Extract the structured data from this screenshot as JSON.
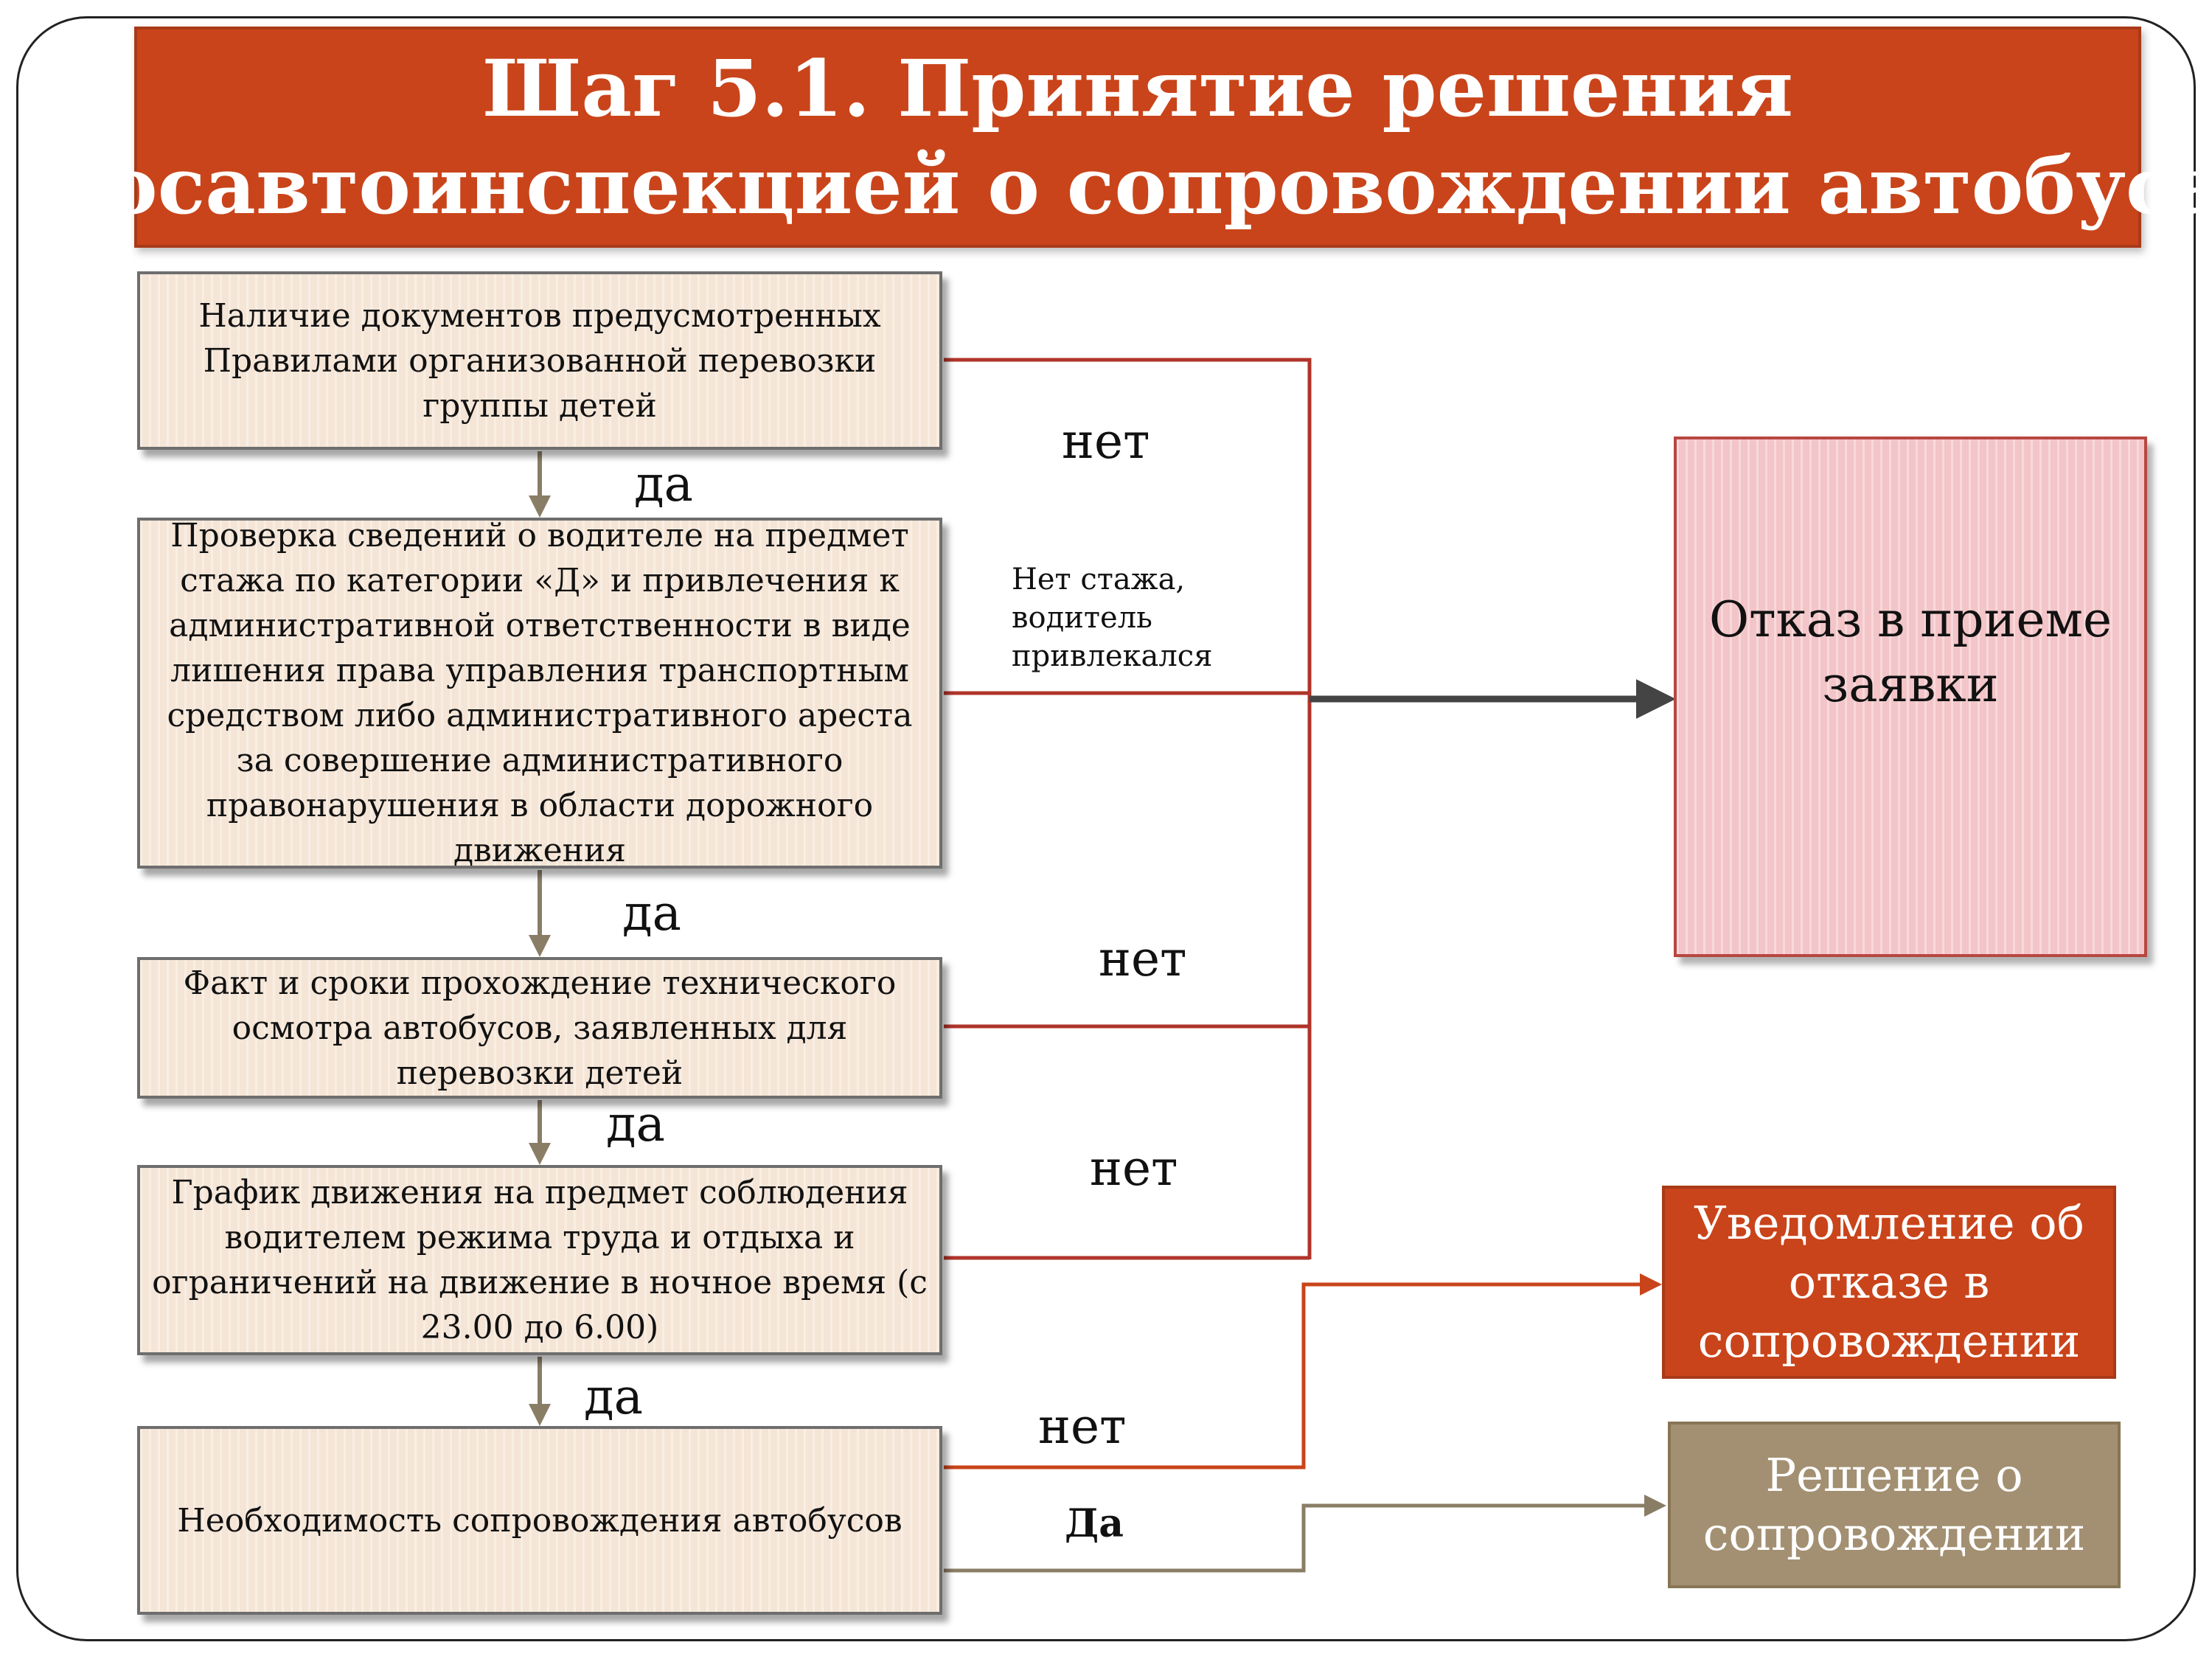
{
  "title": {
    "line1": "Шаг 5.1. Принятие решения",
    "line2": "Госавтоинспекцией о сопровождении автобуса"
  },
  "boxes": [
    {
      "lines": [
        "Наличие документов предусмотренных",
        "Правилами организованной перевозки",
        "группы детей"
      ]
    },
    {
      "lines": [
        "Проверка сведений о водителе на предмет",
        "стажа по категории «Д» и привлечения к",
        "административной ответственности  в виде",
        "лишения права управления транспортным",
        "средством либо административного ареста",
        "за совершение административного",
        "правонарушения в области дорожного",
        "движения"
      ]
    },
    {
      "lines": [
        "Факт и сроки прохождение технического",
        "осмотра автобусов, заявленных для",
        "перевозки детей"
      ]
    },
    {
      "lines": [
        "График движения на предмет соблюдения",
        "водителем режима труда и отдыха и",
        "ограничений на движение в ночное время (с",
        "23.00 до 6.00)"
      ]
    },
    {
      "lines": [
        "Необходимость сопровождения автобусов"
      ]
    }
  ],
  "yes_labels": [
    "да",
    "да",
    "да",
    "да"
  ],
  "no_labels": [
    "нет",
    "нет",
    "нет",
    "нет"
  ],
  "note": {
    "lines": [
      "Нет стажа,",
      "водитель",
      "привлекался"
    ]
  },
  "yes_final": "Да",
  "outcomes": {
    "reject": {
      "lines": [
        "Отказ в приеме",
        "заявки"
      ]
    },
    "notice": {
      "lines": [
        "Уведомление об",
        "отказе в",
        "сопровождении"
      ]
    },
    "decision": {
      "lines": [
        "Решение о",
        "сопровождении"
      ]
    }
  },
  "colors": {
    "title_bg": "#c9441a",
    "step_box_bg": "#f5e5d6",
    "reject_bg": "#f3c5c8",
    "notice_bg": "#c9441a",
    "decision_bg": "#a39072",
    "no_line": "#b0342a",
    "yes_arrow": "#8a7d66",
    "notice_arrow": "#c9441a"
  }
}
